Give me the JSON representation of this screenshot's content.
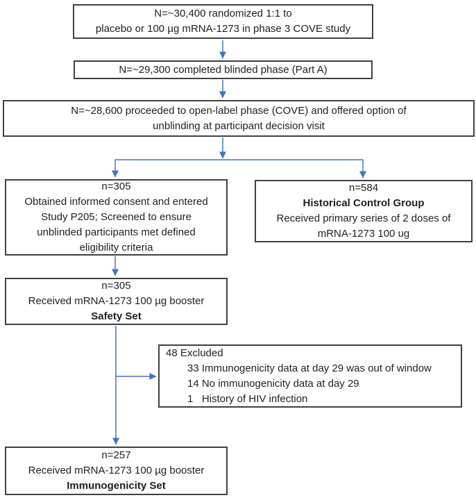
{
  "diagram": {
    "type": "study-flowchart",
    "colors": {
      "arrow": "#4472C4",
      "box_border": "#404040",
      "text": "#1F1F1F",
      "background": "#FFFFFF"
    },
    "boxes": {
      "randomized": {
        "lines": [
          "N=~30,400 randomized 1:1 to",
          "placebo or 100 µg mRNA-1273 in phase 3 COVE study"
        ]
      },
      "completed_blinded": {
        "line": "N=~29,300 completed blinded phase (Part A)"
      },
      "open_label": {
        "lines": [
          "N=~28,600 proceeded to open-label phase (COVE) and offered option of",
          "unblinding at participant decision visit"
        ]
      },
      "consent": {
        "n": "n=305",
        "lines": [
          "Obtained informed consent and entered",
          "Study P205; Screened to ensure",
          "unblinded participants met defined",
          "eligibility criteria"
        ]
      },
      "historical": {
        "n": "n=584",
        "title": "Historical Control Group",
        "lines": [
          "Received primary series of 2 doses of",
          "mRNA-1273 100 ug"
        ]
      },
      "safety": {
        "n": "n=305",
        "line": "Received mRNA-1273 100 µg booster",
        "set_label": "Safety Set"
      },
      "excluded": {
        "header": "48 Excluded",
        "items": [
          "33 Immunogenicity data at day 29 was out of window",
          "14 No immunogenicity data at day 29",
          "1   History of HIV infection"
        ]
      },
      "immunogenicity": {
        "n": "n=257",
        "line": "Received mRNA-1273 100 µg booster",
        "set_label": "Immunogenicity Set"
      }
    }
  }
}
